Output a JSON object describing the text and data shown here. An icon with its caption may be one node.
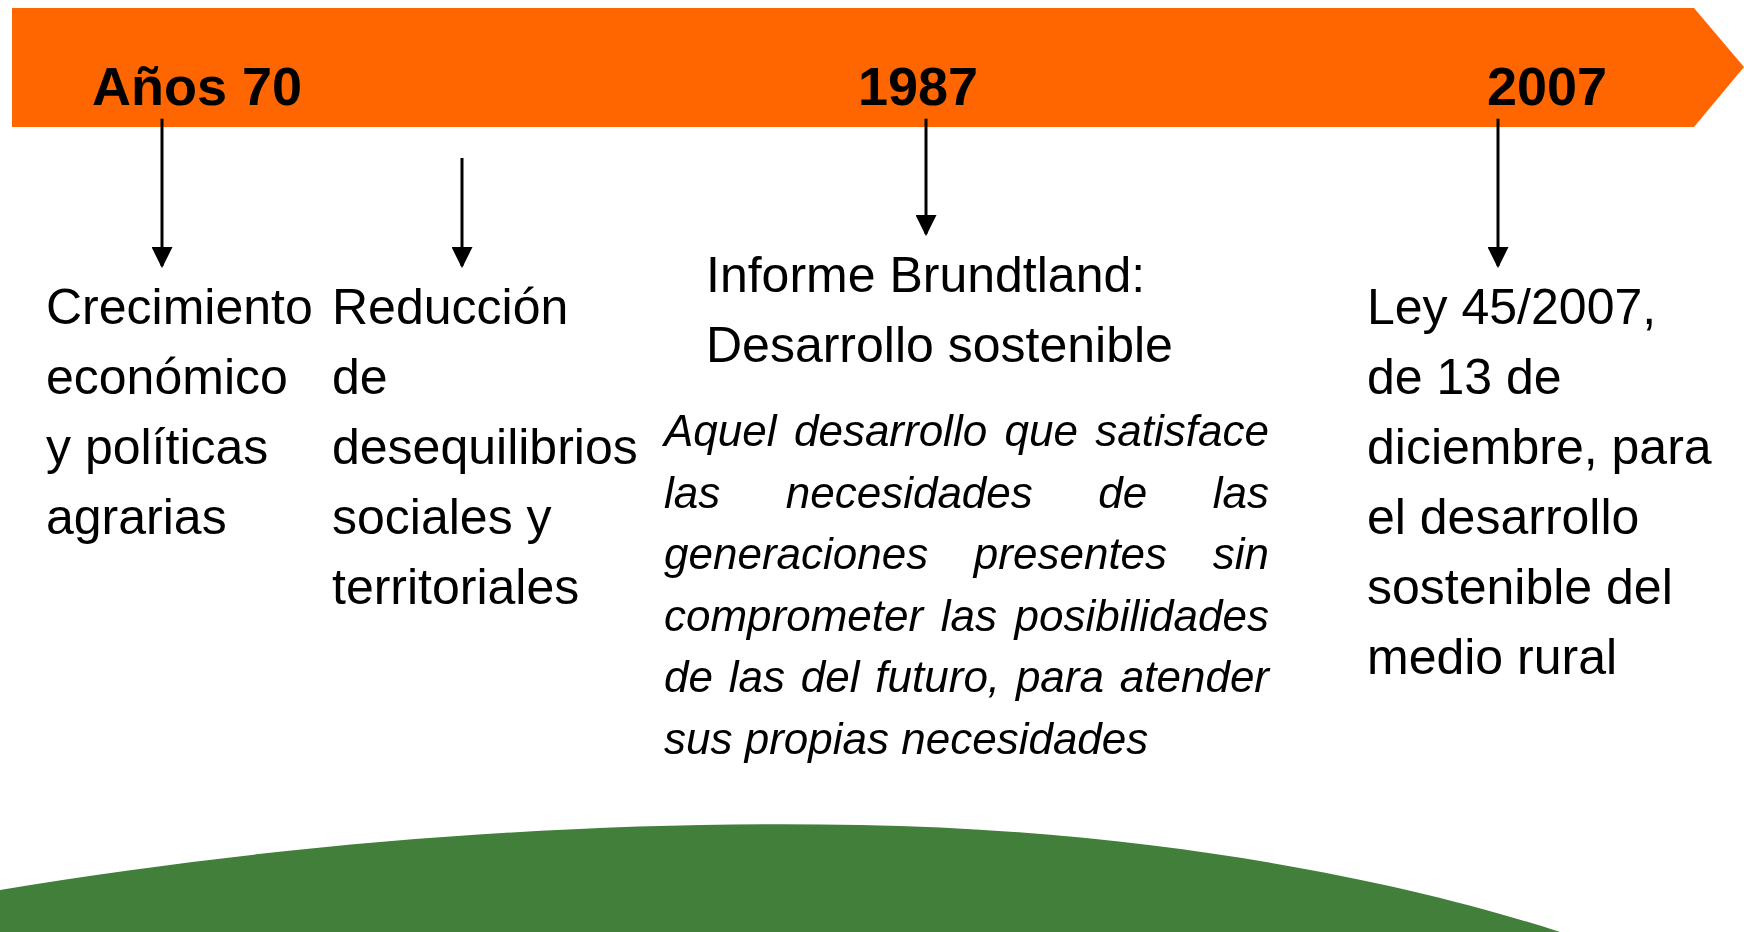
{
  "diagram": {
    "nodes": [
      {
        "text": [
          "Años 70"
        ]
      },
      {
        "text": [
          "1987"
        ]
      },
      {
        "text": [
          "2007"
        ]
      },
      {
        "text": [
          "Crecimiento económico y políticas agrarias"
        ]
      },
      {
        "text": [
          "Reducción de desequilibrios sociales y territoriales"
        ]
      },
      {
        "text": [
          "Informe Brundtland: Desarrollo sostenible"
        ],
        "beside": [
          "Aquel desarrollo que satisface las necesidades de las generaciones presentes sin comprometer las posibilidades de las del futuro, para atender sus propias necesidades"
        ]
      },
      {
        "text": [
          "Ley 45/2007, de 13 de diciembre, para el desarrollo sostenible del medio rural"
        ]
      }
    ],
    "edges": [
      {
        "from": 0,
        "to": 3,
        "arrow": "to"
      },
      {
        "from": null,
        "to": 4,
        "arrow": "to"
      },
      {
        "from": 1,
        "to": 5,
        "arrow": "to"
      },
      {
        "from": 2,
        "to": 6,
        "arrow": "to"
      }
    ]
  }
}
